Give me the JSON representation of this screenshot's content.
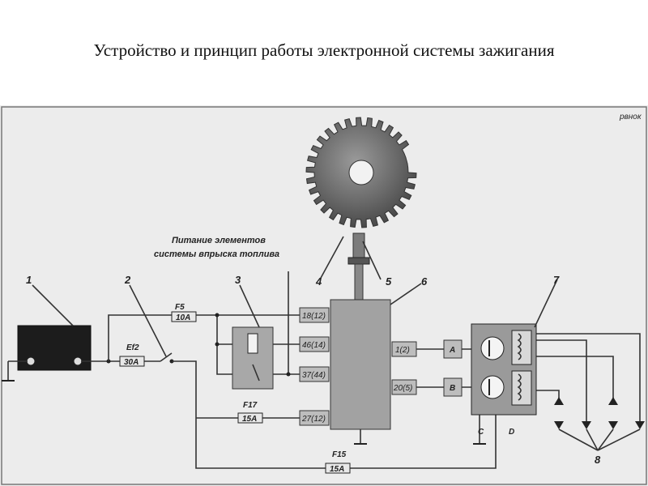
{
  "title": "Устройство и принцип работы электронной системы зажигания",
  "watermark": "рвнок",
  "caption": [
    "Питание элементов",
    "системы впрыска топлива"
  ],
  "callouts": [
    "1",
    "2",
    "3",
    "4",
    "5",
    "6",
    "7",
    "8"
  ],
  "fuses": [
    {
      "id": "F5",
      "rating": "10A"
    },
    {
      "id": "Ef2",
      "rating": "30A"
    },
    {
      "id": "F17",
      "rating": "15A"
    },
    {
      "id": "F15",
      "rating": "15A"
    }
  ],
  "ecu_pins_left": [
    "18(12)",
    "46(14)",
    "37(44)",
    "27(12)"
  ],
  "ecu_pins_right": [
    "1(2)",
    "20(5)"
  ],
  "coil_inputs": [
    "A",
    "B"
  ],
  "coil_outputs": [
    "C",
    "D"
  ]
}
